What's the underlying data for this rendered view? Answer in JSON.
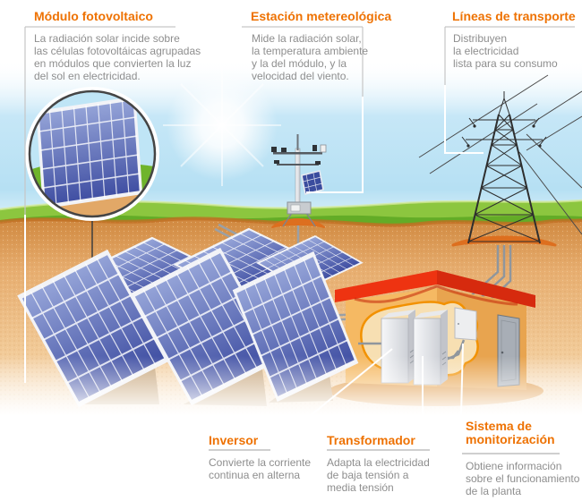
{
  "palette": {
    "accent_orange": "#EE7203",
    "body_gray": "#8E8E8E",
    "rule_gray": "#C3C3C3",
    "sky_blue": "#BCE3F4",
    "grass_green": "#63AC27",
    "soil_orange": "#E7AE70",
    "panel_blue": "#4251A5",
    "roof_red": "#E8321C"
  },
  "callouts": {
    "modulo": {
      "title": "Módulo fotovoltaico",
      "lines": [
        "La radiación solar incide sobre",
        "las células fotovoltáicas agrupadas",
        "en módulos que convierten la luz",
        "del sol en electricidad."
      ]
    },
    "estacion": {
      "title": "Estación metereológica",
      "lines": [
        "Mide la radiación solar,",
        "la temperatura ambiente",
        "y la del módulo, y la",
        "velocidad del viento."
      ]
    },
    "lineas": {
      "title": "Líneas de transporte",
      "lines": [
        "Distribuyen",
        "la electricidad",
        "lista para su consumo"
      ]
    },
    "inversor": {
      "title": "Inversor",
      "lines": [
        "Convierte la corriente",
        "continua en alterna"
      ]
    },
    "transformador": {
      "title": "Transformador",
      "lines": [
        "Adapta la electricidad",
        "de baja tensión a",
        "media tensión"
      ]
    },
    "monitorizacion": {
      "title_lines": [
        "Sistema de",
        "monitorización"
      ],
      "lines": [
        "Obtiene información",
        "sobre el funcionamiento",
        "de la planta"
      ]
    }
  }
}
